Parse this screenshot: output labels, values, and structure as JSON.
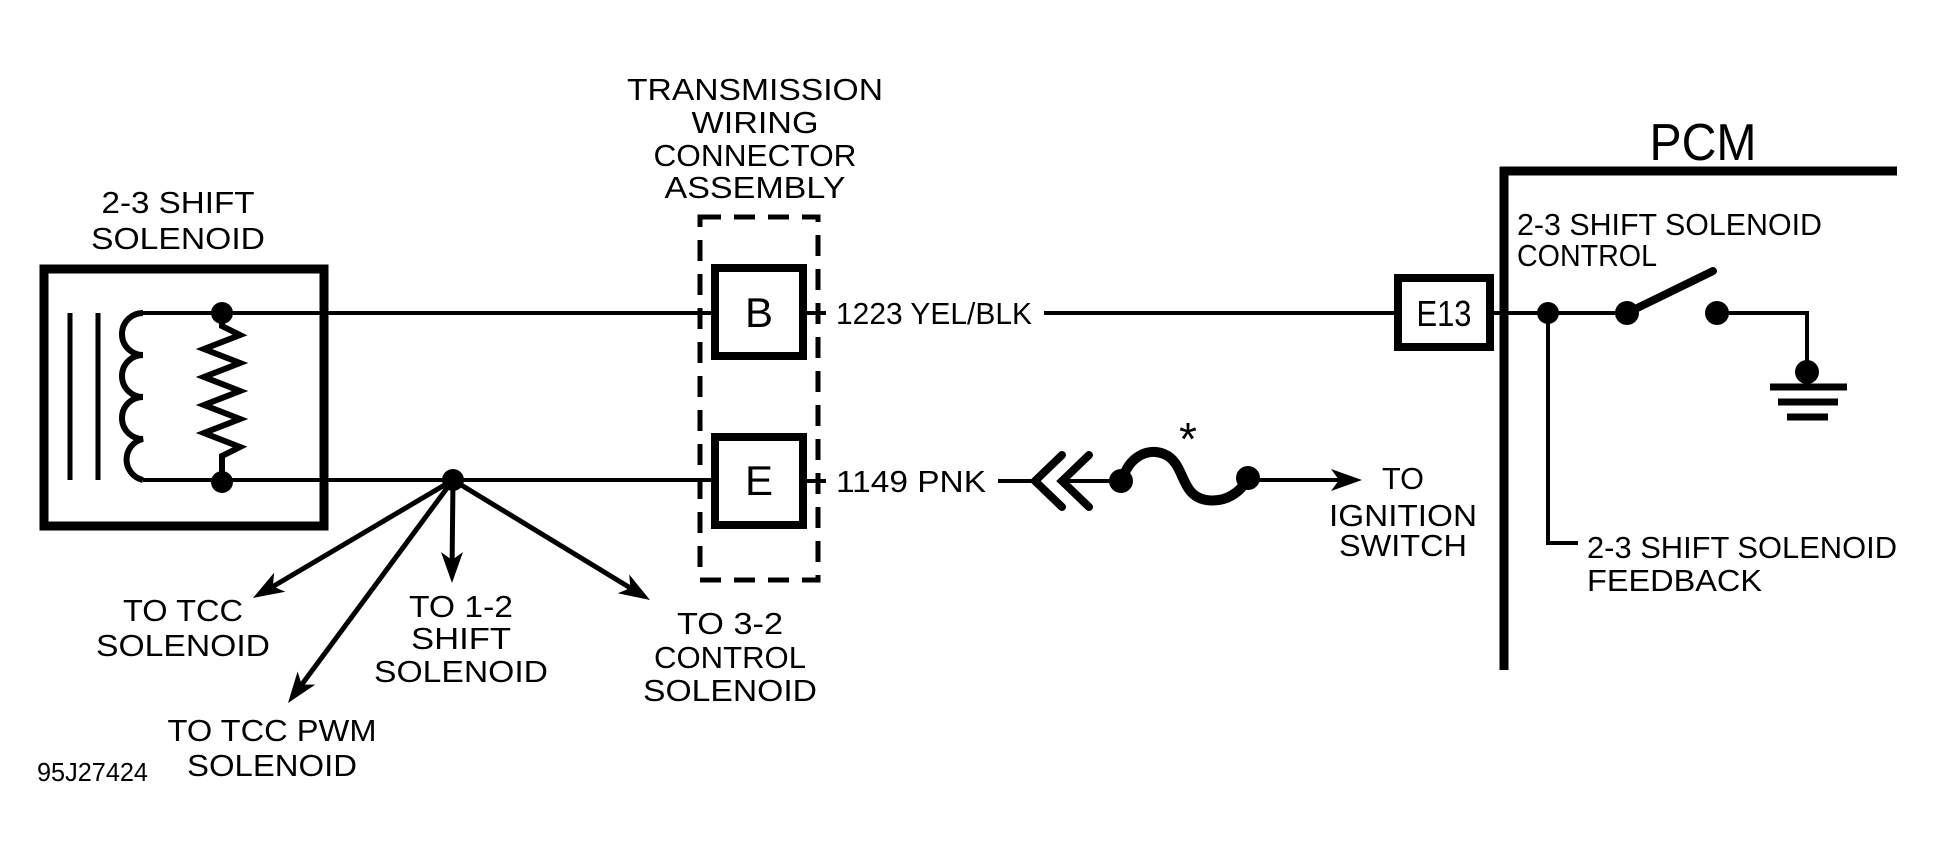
{
  "colors": {
    "ink": "#000000",
    "paper": "#ffffff"
  },
  "solenoid": {
    "title_lines": [
      "2-3 SHIFT",
      "SOLENOID"
    ]
  },
  "connector_assembly": {
    "title_lines": [
      "TRANSMISSION",
      "WIRING",
      "CONNECTOR",
      "ASSEMBLY"
    ],
    "terminal_b": "B",
    "terminal_e": "E"
  },
  "wires": {
    "control_wire": "1223 YEL/BLK",
    "ignition_wire": "1149 PNK"
  },
  "splice_marker": "*",
  "ignition_label_lines": [
    "TO",
    "IGNITION",
    "SWITCH"
  ],
  "pcm": {
    "title": "PCM",
    "terminal": "E13",
    "control_lines": [
      "2-3 SHIFT SOLENOID",
      "CONTROL"
    ],
    "feedback_lines": [
      "2-3 SHIFT SOLENOID",
      "FEEDBACK"
    ]
  },
  "branch_labels": {
    "tcc_lines": [
      "TO TCC",
      "SOLENOID"
    ],
    "tcc_pwm_lines": [
      "TO TCC PWM",
      "SOLENOID"
    ],
    "shift12_lines": [
      "TO 1-2",
      "SHIFT",
      "SOLENOID"
    ],
    "control32_lines": [
      "TO 3-2",
      "CONTROL",
      "SOLENOID"
    ]
  },
  "figure_id": "95J27424"
}
